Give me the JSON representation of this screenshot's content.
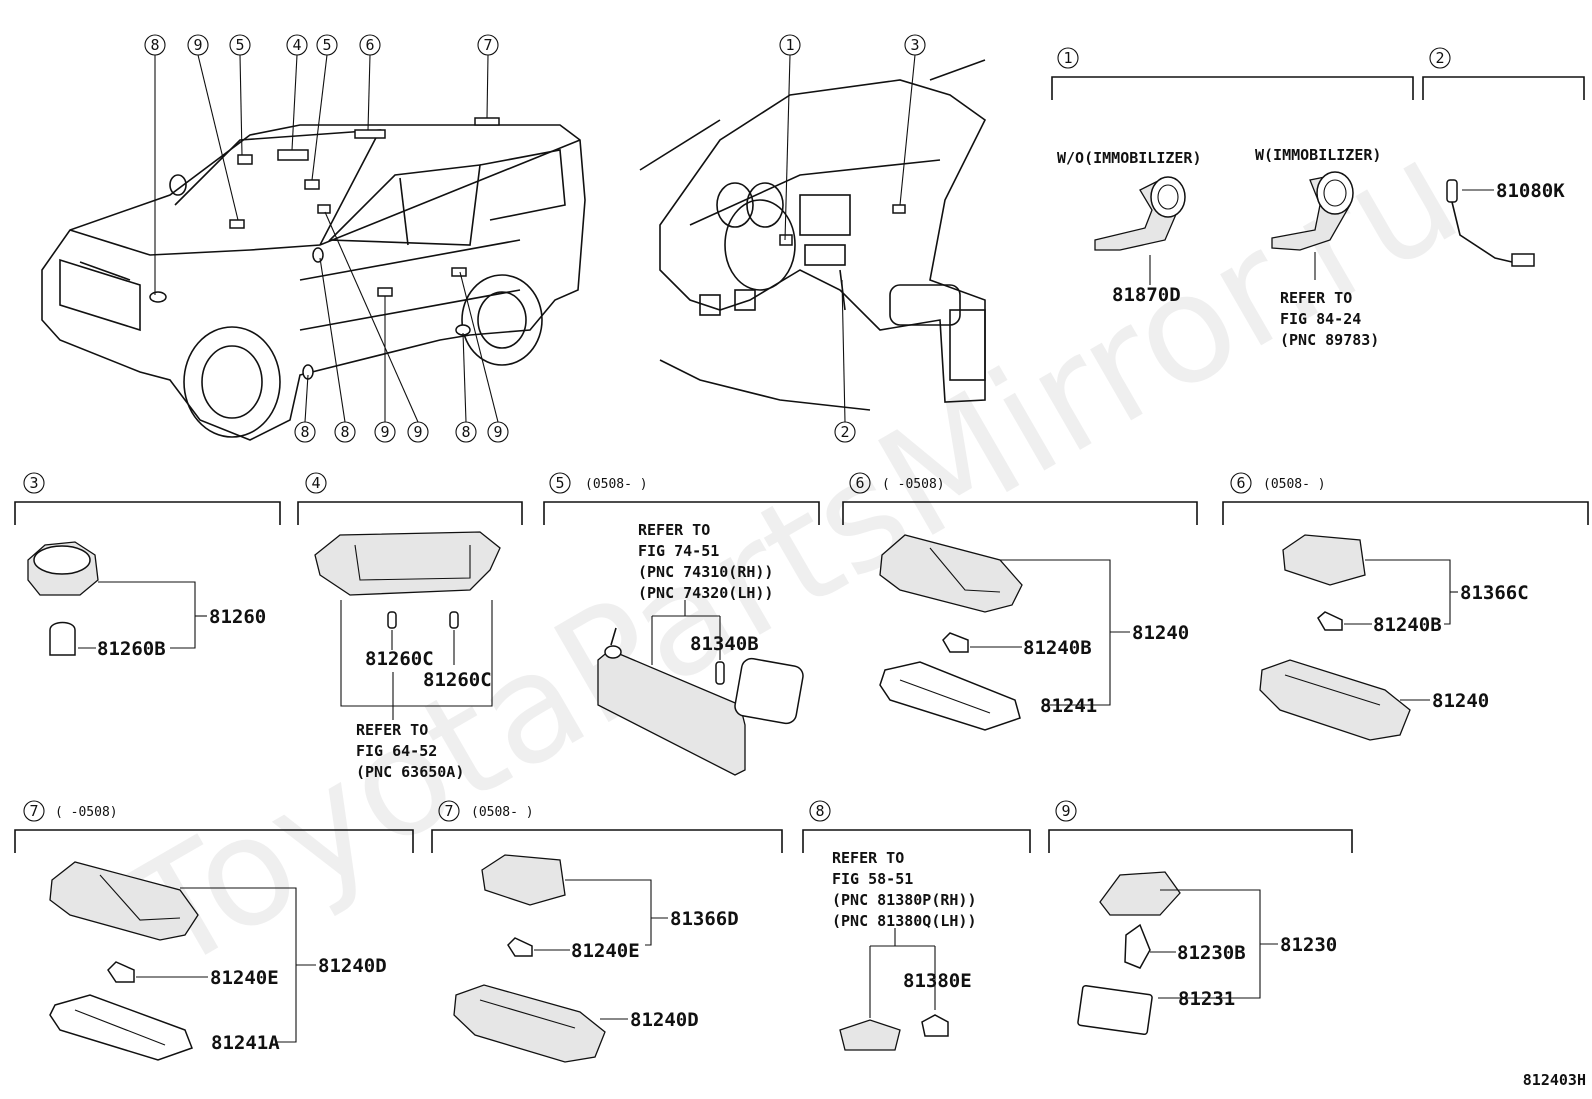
{
  "watermark": "ToyotaPartsMirror.ru",
  "diagram_id": "812403H",
  "overview_callouts": [
    "8",
    "9",
    "5",
    "4",
    "5",
    "6",
    "7",
    "1",
    "3",
    "8",
    "8",
    "9",
    "9",
    "8",
    "9",
    "2"
  ],
  "sections": {
    "s1": {
      "num": "1",
      "wo_label": "W/O(IMMOBILIZER)",
      "w_label": "W(IMMOBILIZER)",
      "part": "81870D",
      "refer": [
        "REFER TO",
        "FIG 84-24",
        "(PNC 89783)"
      ]
    },
    "s2": {
      "num": "2",
      "part": "81080K"
    },
    "s3": {
      "num": "3",
      "parts": [
        "81260",
        "81260B"
      ]
    },
    "s4": {
      "num": "4",
      "parts": [
        "81260C",
        "81260C"
      ],
      "refer": [
        "REFER TO",
        "FIG 64-52",
        "(PNC 63650A)"
      ]
    },
    "s5": {
      "num": "5",
      "range": "(0508-     )",
      "part": "81340B",
      "refer": [
        "REFER TO",
        "FIG 74-51",
        "(PNC 74310(RH))",
        "(PNC 74320(LH))"
      ]
    },
    "s6a": {
      "num": "6",
      "range": "(     -0508)",
      "parts": [
        "81240",
        "81240B",
        "81241"
      ]
    },
    "s6b": {
      "num": "6",
      "range": "(0508-     )",
      "parts": [
        "81366C",
        "81240B",
        "81240"
      ]
    },
    "s7a": {
      "num": "7",
      "range": "(     -0508)",
      "parts": [
        "81240D",
        "81240E",
        "81241A"
      ]
    },
    "s7b": {
      "num": "7",
      "range": "(0508-     )",
      "parts": [
        "81366D",
        "81240E",
        "81240D"
      ]
    },
    "s8": {
      "num": "8",
      "part": "81380E",
      "refer": [
        "REFER TO",
        "FIG 58-51",
        "(PNC 81380P(RH))",
        "(PNC 81380Q(LH))"
      ]
    },
    "s9": {
      "num": "9",
      "parts": [
        "81230B",
        "81230",
        "81231"
      ]
    }
  }
}
